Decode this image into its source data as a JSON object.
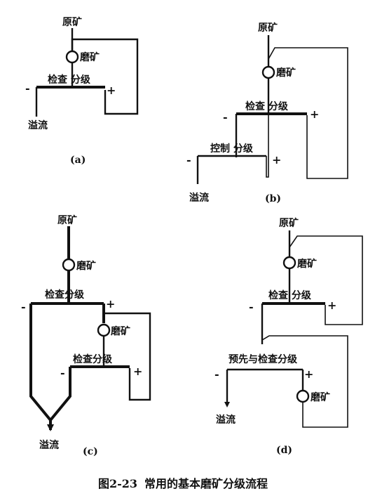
{
  "labels": {
    "raw_ore": "原矿",
    "grinding": "磨矿",
    "check_classification": "检查分级",
    "check_classification_spaced": "检查 分级",
    "control_classification": "控制 分级",
    "pre_and_check_classification": "预先与检查分级",
    "overflow": "溢流",
    "plus": "+",
    "minus": "-"
  },
  "panels": {
    "a": "(a)",
    "b": "(b)",
    "c": "(c)",
    "d": "(d)"
  },
  "caption": {
    "figure_number": "图2-23",
    "title": "常用的基本磨矿分级流程"
  }
}
